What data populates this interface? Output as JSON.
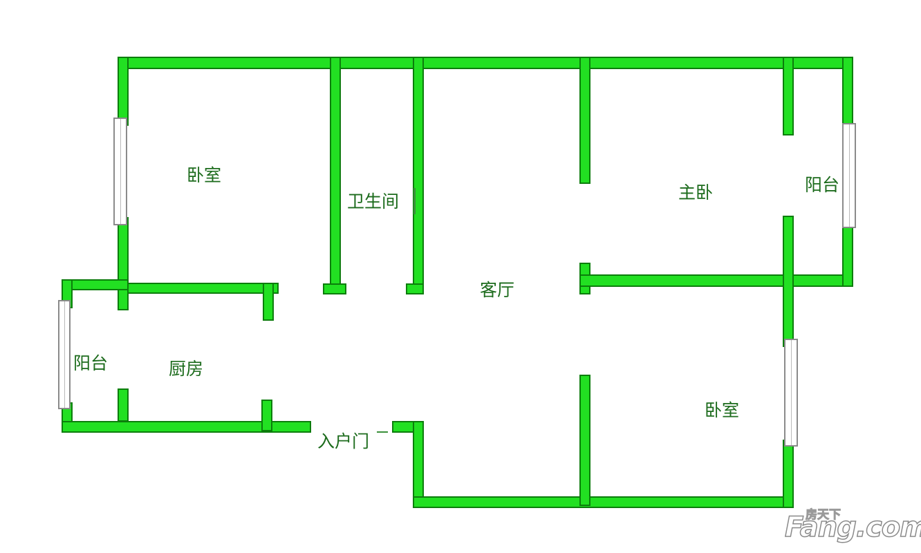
{
  "colors": {
    "wall": "#22e022",
    "wall_outline": "#0c7d0c",
    "label": "#1c6b1c",
    "window": "#8a8a8a"
  },
  "rooms": {
    "bedroom_nw": "卧室",
    "bathroom": "卫生间",
    "master_bedroom": "主卧",
    "balcony_east": "阳台",
    "living_room": "客厅",
    "balcony_west": "阳台",
    "kitchen": "厨房",
    "entrance_door": "入户门",
    "bedroom_se": "卧室"
  },
  "watermark": {
    "top": "房天下",
    "main": "Fang.com"
  }
}
